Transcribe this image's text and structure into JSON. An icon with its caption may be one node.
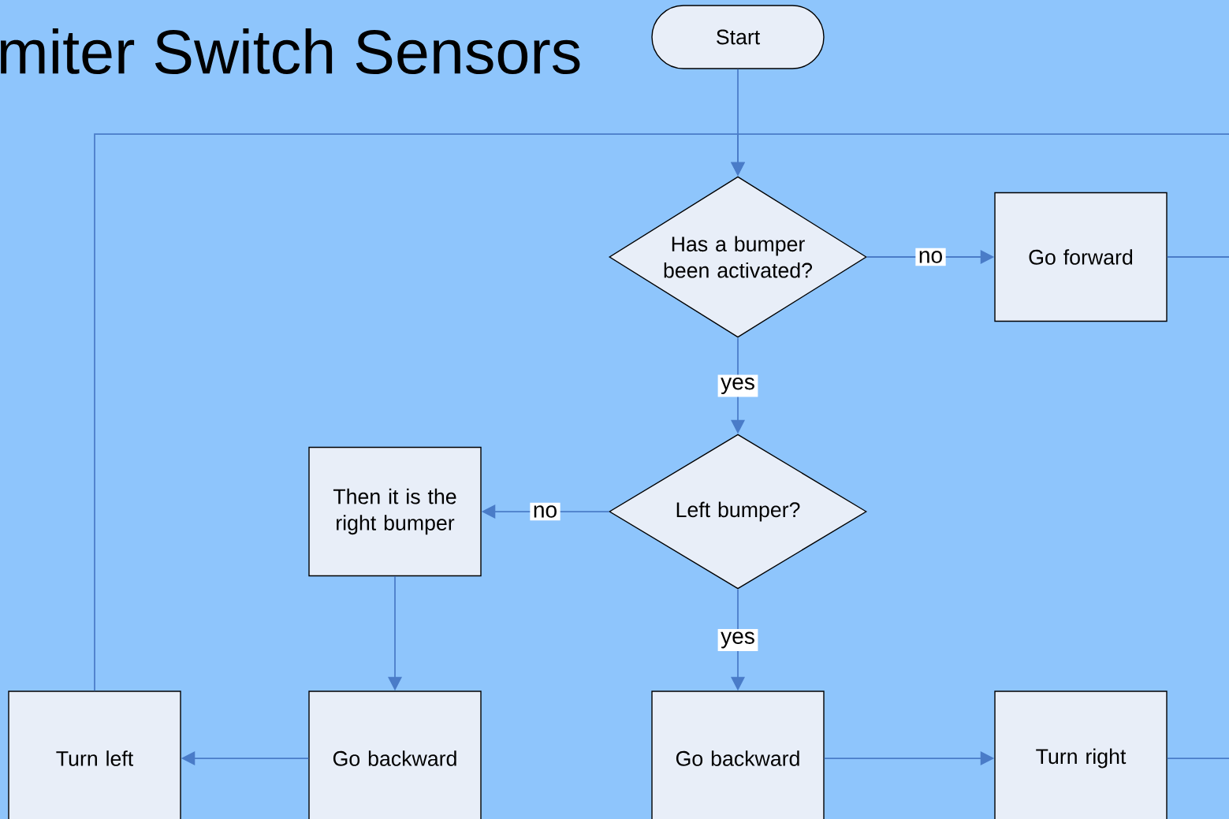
{
  "diagram": {
    "title": "miter Switch Sensors",
    "nodes": [
      {
        "text": [
          "Start"
        ]
      },
      {
        "text": [
          "Has a bumper been activated?"
        ]
      },
      {
        "text": [
          "Go forward"
        ]
      },
      {
        "text": [
          "Left bumper?"
        ]
      },
      {
        "text": [
          "Then it is the right bumper"
        ]
      },
      {
        "text": [
          "Turn left"
        ]
      },
      {
        "text": [
          "Go backward"
        ]
      },
      {
        "text": [
          "Go backward"
        ]
      },
      {
        "text": [
          "Turn right"
        ]
      }
    ],
    "edges": [
      {
        "from": 0,
        "to": 1,
        "arrow": "to"
      },
      {
        "from": 1,
        "to": 2,
        "arrow": "to",
        "label": "no"
      },
      {
        "from": 1,
        "to": 3,
        "arrow": "to",
        "label": "yes"
      },
      {
        "from": 3,
        "to": 4,
        "arrow": "to",
        "label": "no"
      },
      {
        "from": 3,
        "to": 7,
        "arrow": "to",
        "label": "yes"
      },
      {
        "from": 4,
        "to": 6,
        "arrow": "to"
      },
      {
        "from": 6,
        "to": 5,
        "arrow": "to"
      },
      {
        "from": 7,
        "to": 8,
        "arrow": "to"
      },
      {
        "from": 5,
        "to": 1,
        "arrow": "to"
      },
      {
        "from": 2,
        "to": null,
        "arrow": "none"
      },
      {
        "from": 8,
        "to": null,
        "arrow": "none"
      }
    ]
  }
}
